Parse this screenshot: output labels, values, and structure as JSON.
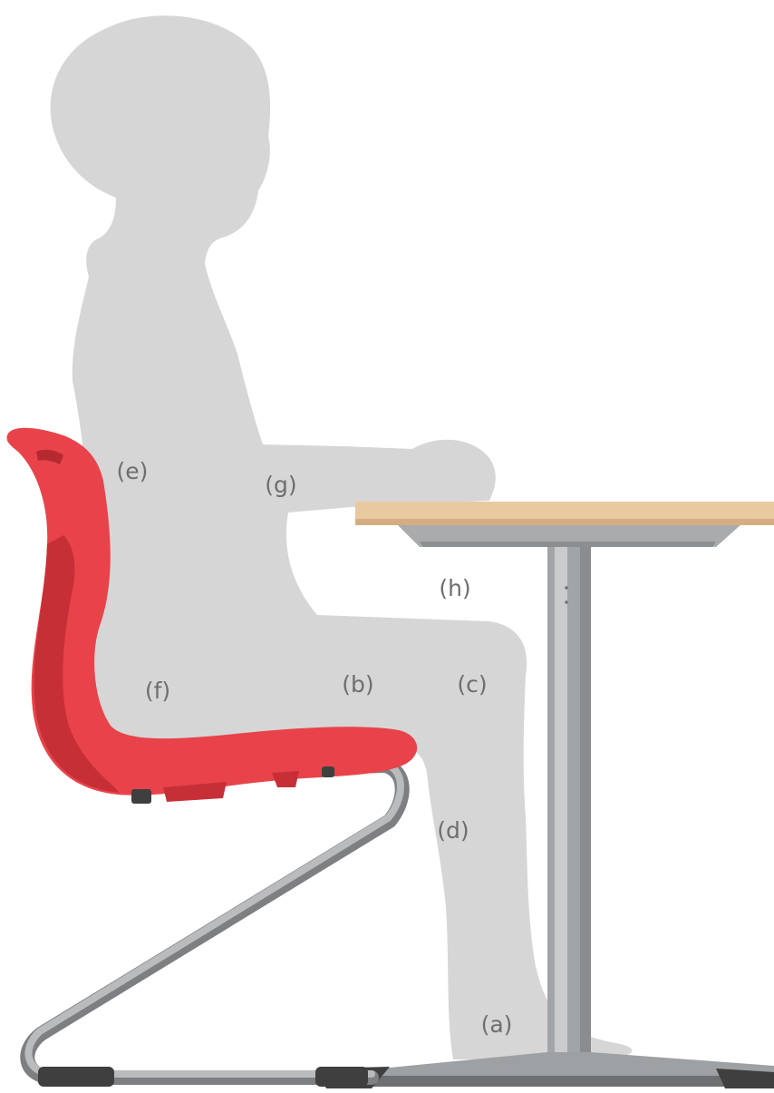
{
  "colors": {
    "silhouette": "#d6d6d6",
    "chair_shell": "#e8434a",
    "chair_shell_shadow": "#c72f37",
    "chair_frame": "#a9abad",
    "chair_frame_dark": "#7d7f82",
    "feet": "#4a4a4a",
    "desk_top": "#e9c9a0",
    "desk_top_edge": "#d4ae82",
    "desk_metal": "#9ea1a4",
    "desk_metal_light": "#c9cbcd",
    "label": "#6e6e6e"
  },
  "labels": {
    "a": "(a)",
    "b": "(b)",
    "c": "(c)",
    "d": "(d)",
    "e": "(e)",
    "f": "(f)",
    "g": "(g)",
    "h": "(h)"
  }
}
